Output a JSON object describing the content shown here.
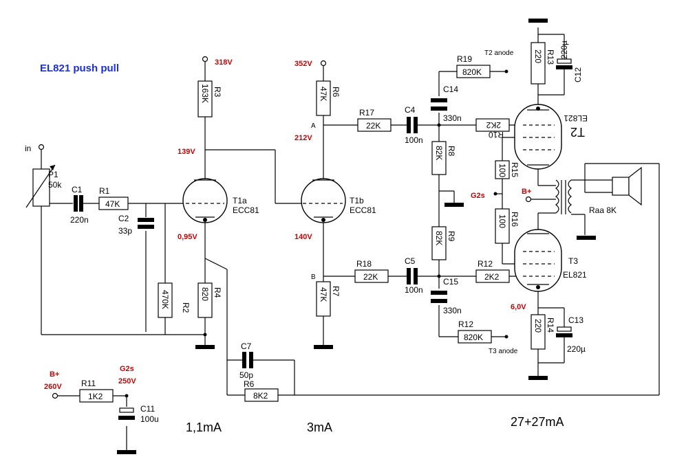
{
  "title": "EL821 push pull",
  "input_label": "in",
  "voltages": {
    "t1a_anode_supply": "318V",
    "t1b_supply": "352V",
    "t1a_anode": "139V",
    "t1a_cathode": "0,95V",
    "node_a": "212V",
    "t1b_cathode": "140V",
    "g2s_mid": "G2s",
    "t3_cathode": "6,0V",
    "bplus_supply_label": "B+",
    "bplus_supply": "260V",
    "g2s_supply_label": "G2s",
    "g2s_supply": "250V",
    "bplus_ot": "B+"
  },
  "nodes": {
    "a": "A",
    "b": "B"
  },
  "tubes": {
    "t1a": {
      "name": "T1a",
      "type": "ECC81"
    },
    "t1b": {
      "name": "T1b",
      "type": "ECC81"
    },
    "t2": {
      "name": "T2",
      "type": "EL821"
    },
    "t3": {
      "name": "T3",
      "type": "EL821"
    }
  },
  "components": {
    "p1": {
      "name": "P1",
      "value": "50k"
    },
    "c1": {
      "name": "C1",
      "value": "220n"
    },
    "r1": {
      "name": "R1",
      "value": "47K"
    },
    "c2": {
      "name": "C2",
      "value": "33p"
    },
    "r2": {
      "name": "R2",
      "value": "470K"
    },
    "r3": {
      "name": "R3",
      "value": "163K"
    },
    "r4": {
      "name": "R4",
      "value": "820"
    },
    "r6_top": {
      "name": "R6",
      "value": "47K"
    },
    "r7": {
      "name": "R7",
      "value": "47K"
    },
    "r17": {
      "name": "R17",
      "value": "22K"
    },
    "c4": {
      "name": "C4",
      "value": "100n"
    },
    "r18": {
      "name": "R18",
      "value": "22K"
    },
    "c5": {
      "name": "C5",
      "value": "100n"
    },
    "c14": {
      "name": "C14",
      "value": "330n"
    },
    "c15": {
      "name": "C15",
      "value": "330n"
    },
    "r19": {
      "name": "R19",
      "value": "820K"
    },
    "r12_bot": {
      "name": "R12",
      "value": "820K"
    },
    "r8": {
      "name": "R8",
      "value": "82K"
    },
    "r9": {
      "name": "R9",
      "value": "82K"
    },
    "r10": {
      "name": "R10",
      "value": "2K2"
    },
    "r12_grid": {
      "name": "R12",
      "value": "2K2"
    },
    "r15": {
      "name": "R15",
      "value": "100"
    },
    "r16": {
      "name": "R16",
      "value": "100"
    },
    "r13": {
      "name": "R13",
      "value": "220"
    },
    "c12": {
      "name": "C12",
      "value": "220µ"
    },
    "r14": {
      "name": "R14",
      "value": "220"
    },
    "c13": {
      "name": "C13",
      "value": "220µ"
    },
    "c7": {
      "name": "C7",
      "value": "50p"
    },
    "r6_fb": {
      "name": "R6",
      "value": "8K2"
    },
    "r11": {
      "name": "R11",
      "value": "1K2"
    },
    "c11": {
      "name": "C11",
      "value": "100u"
    },
    "raa": {
      "value": "Raa 8K"
    }
  },
  "anode_refs": {
    "t2": "T2 anode",
    "t3": "T3 anode"
  },
  "currents": {
    "stage1": "1,1mA",
    "stage2": "3mA",
    "output": "27+27mA"
  }
}
